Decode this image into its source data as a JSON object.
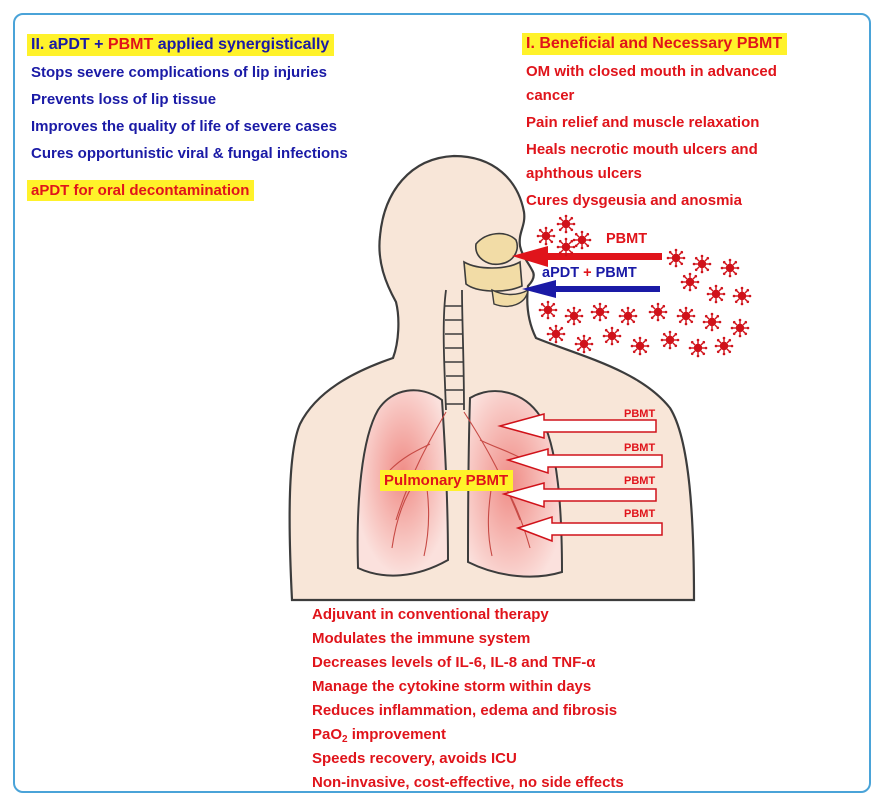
{
  "left_panel": {
    "heading_pre": "II. aPDT + ",
    "heading_mid": "PBMT",
    "heading_post": " applied synergistically",
    "items": [
      "Stops severe complications of lip injuries",
      "Prevents loss of lip tissue",
      "Improves the quality of life of severe cases",
      "Cures opportunistic viral & fungal infections"
    ],
    "highlight": "aPDT for oral decontamination"
  },
  "right_panel": {
    "heading": "I. Beneficial and Necessary PBMT",
    "items": [
      "OM with closed mouth in advanced",
      "cancer",
      "Pain relief and muscle relaxation",
      "Heals necrotic mouth ulcers and",
      "aphthous ulcers",
      "Cures dysgeusia and anosmia"
    ]
  },
  "arrows": {
    "oral_pbmt": "PBMT",
    "oral_apdt_pre": "aPDT",
    "oral_apdt_plus": " + ",
    "oral_apdt_post": "PBMT",
    "lung_arrow_label": "PBMT"
  },
  "lungs": {
    "label": "Pulmonary PBMT"
  },
  "bottom_list": {
    "items": [
      "Adjuvant in conventional therapy",
      "Modulates the immune system",
      "Decreases levels of IL-6, IL-8 and TNF-α",
      "Manage the cytokine storm within days",
      "Reduces inflammation, edema and fibrosis"
    ],
    "pao2_pre": "PaO",
    "pao2_sub": "2",
    "pao2_post": " improvement",
    "items_after": [
      "Speeds recovery, avoids ICU",
      "Non-invasive, cost-effective, no side effects"
    ]
  },
  "colors": {
    "blue_text": "#1a1aa6",
    "red_text": "#e0141b",
    "highlight": "#fff22a",
    "frame": "#4aa3d8",
    "skin": "#f8e6d8",
    "lung": "#f6c7c3"
  },
  "icons": [
    "virus-icon",
    "laser-arrow-icon",
    "human-torso-icon",
    "lungs-icon"
  ]
}
